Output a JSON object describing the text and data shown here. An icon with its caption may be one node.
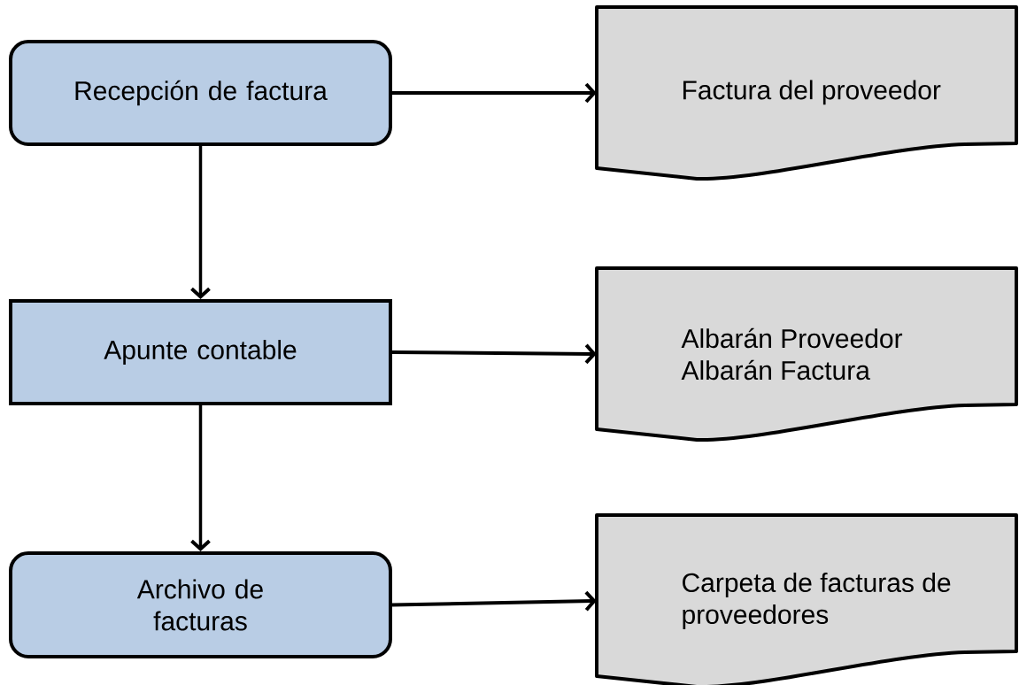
{
  "diagram": {
    "nodes": [
      {
        "text": [
          "Recepción de factura"
        ]
      },
      {
        "text": [
          "Factura del proveedor"
        ]
      },
      {
        "text": [
          "Apunte contable"
        ]
      },
      {
        "text": [
          "Albarán Proveedor",
          "Albarán Factura"
        ]
      },
      {
        "text": [
          "Archivo de facturas"
        ]
      },
      {
        "text": [
          "Carpeta de facturas de proveedores"
        ]
      }
    ],
    "edges": [
      {
        "from": 0,
        "to": 1,
        "arrow": "to"
      },
      {
        "from": 0,
        "to": 2,
        "arrow": "to"
      },
      {
        "from": 2,
        "to": 3,
        "arrow": "to"
      },
      {
        "from": 2,
        "to": 4,
        "arrow": "to"
      },
      {
        "from": 4,
        "to": 5,
        "arrow": "to"
      }
    ]
  }
}
